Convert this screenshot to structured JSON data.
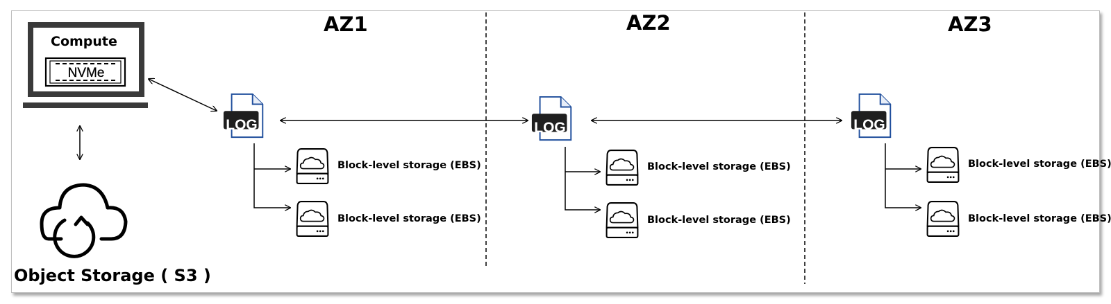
{
  "zones": [
    {
      "title": "AZ1"
    },
    {
      "title": "AZ2"
    },
    {
      "title": "AZ3"
    }
  ],
  "compute": {
    "label": "Compute",
    "drive_label": "NVMe"
  },
  "object_storage": {
    "label": "Object Storage ( S3 )"
  },
  "log_badge": "LOG",
  "ebs_label": "Block-level storage (EBS)",
  "colors": {
    "line": "#000000",
    "frame": "#bdbdbd",
    "log_badge": "#1f1f1f",
    "log_fold": "#1f4e9c"
  }
}
